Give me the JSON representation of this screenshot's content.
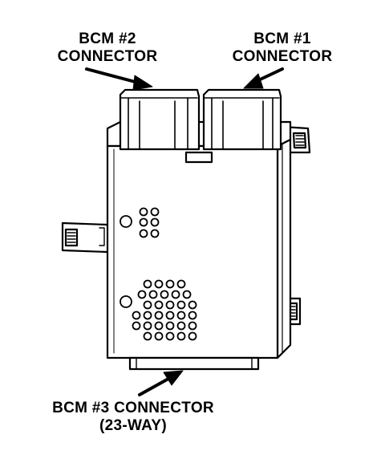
{
  "labels": {
    "bcm2": {
      "line1": "BCM #2",
      "line2": "CONNECTOR"
    },
    "bcm1": {
      "line1": "BCM #1",
      "line2": "CONNECTOR"
    },
    "bcm3": {
      "line1": "BCM #3 CONNECTOR",
      "line2": "(23-WAY)"
    }
  },
  "colors": {
    "ink": "#000000",
    "paper": "#ffffff"
  }
}
